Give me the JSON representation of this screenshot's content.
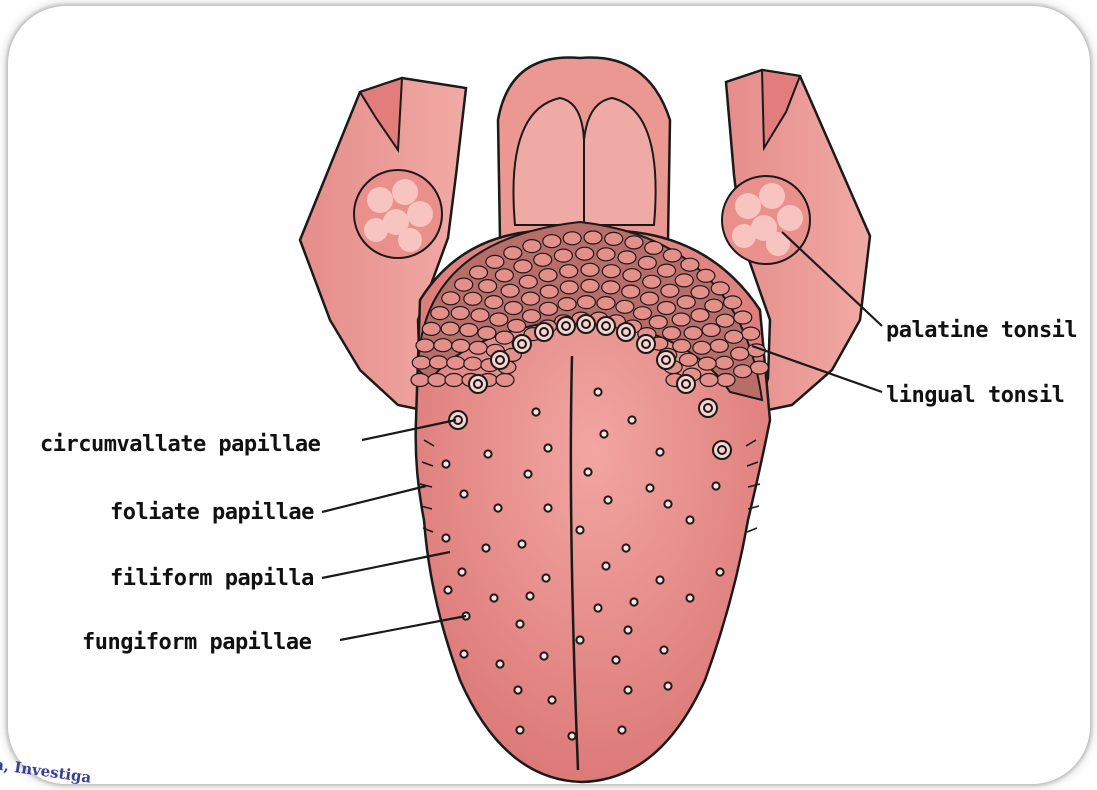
{
  "labels": {
    "palatine_tonsil": "palatine tonsil",
    "lingual_tonsil": "lingual tonsil",
    "circumvallate_papillae": "circumvallate papillae",
    "foliate_papillae": "foliate papillae",
    "filiform_papilla": "filiform papilla",
    "fungiform_papillae": "fungiform papillae"
  },
  "watermark": "a, Investiga",
  "colors": {
    "tongue": "#e88a8a",
    "tongue_dark": "#d46b6b",
    "tissue_light": "#f3b3ae",
    "outline": "#1a1a1a"
  }
}
